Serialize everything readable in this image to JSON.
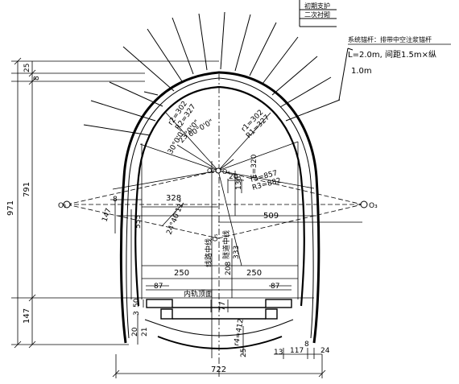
{
  "legend": {
    "primary_support": "初期支护",
    "secondary_lining": "二次衬砌",
    "bolt_title": "系统锚杆：排带中空注浆锚杆",
    "bolt_spec_1": "L=2.0m, 间距1.5m×纵",
    "bolt_spec_2": "1.0m"
  },
  "dims": {
    "left_total": "971",
    "left_top_a": "25",
    "left_top_b": "8",
    "left_mid": "791",
    "left_bottom": "147",
    "left_step_a": "20",
    "left_step_b": "21",
    "bottom_width": "722",
    "bottom_right_a": "117",
    "bottom_right_b": "24",
    "bottom_right_c": "8",
    "bottom_right_d": "13",
    "bottom_mid": "25"
  },
  "radii": {
    "r2": "r2=302",
    "r2_cap": "R2=327",
    "r1": "r1=302",
    "r1_cap": "R1=327",
    "r3": "r3=857",
    "r3_cap": "R3=882",
    "r4": "r4=412",
    "e": "E=320"
  },
  "angles": {
    "a1": "30°0'0\"",
    "a2": "23°0'0\"",
    "a3": "60°0'0\"",
    "a4": "24°40'11\""
  },
  "labels": {
    "o1": "O₁",
    "o2": "O₂",
    "o3": "O₃",
    "o4": "O₄",
    "o5": "O₅",
    "dim_328": "328",
    "dim_509": "509",
    "dim_555": "555",
    "dim_147": "147",
    "dim_136": "136",
    "dim_20": "20",
    "dim_8": "8",
    "dim_250_left": "250",
    "dim_250_right": "250",
    "dim_87_left": "87",
    "dim_87_right": "87",
    "dim_333": "333",
    "dim_208": "208",
    "dim_77": "77",
    "dim_50": "50",
    "dim_3": "3",
    "track_top": "内轨顶面",
    "route_center": "线路中线",
    "tunnel_center": "隧道中线"
  }
}
